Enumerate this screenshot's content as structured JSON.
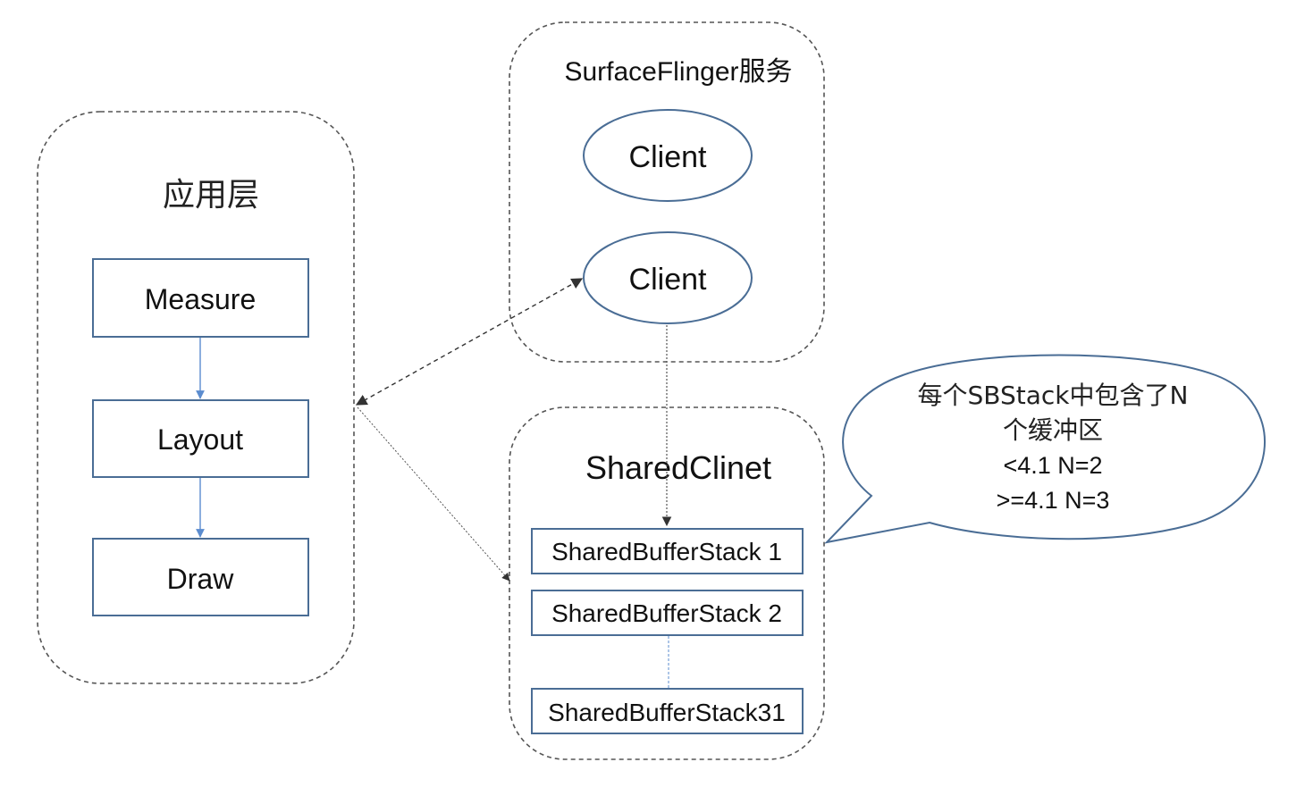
{
  "colors": {
    "group_border": "#555555",
    "box_border": "#4a6d95",
    "ellipse_border": "#4a6d95",
    "flow_arrow": "#5b8ccf",
    "connector": "#333333",
    "text": "#111111"
  },
  "app_layer": {
    "title": "应用层",
    "steps": [
      "Measure",
      "Layout",
      "Draw"
    ]
  },
  "surfaceflinger": {
    "title": "SurfaceFlinger服务",
    "clients": [
      "Client",
      "Client"
    ]
  },
  "shared_client": {
    "title": "SharedClinet",
    "stacks": [
      "SharedBufferStack 1",
      "SharedBufferStack 2",
      "SharedBufferStack31"
    ]
  },
  "callout": {
    "lines": [
      "每个SBStack中包含了N",
      "个缓冲区",
      "<4.1 N=2",
      ">=4.1 N=3"
    ]
  }
}
